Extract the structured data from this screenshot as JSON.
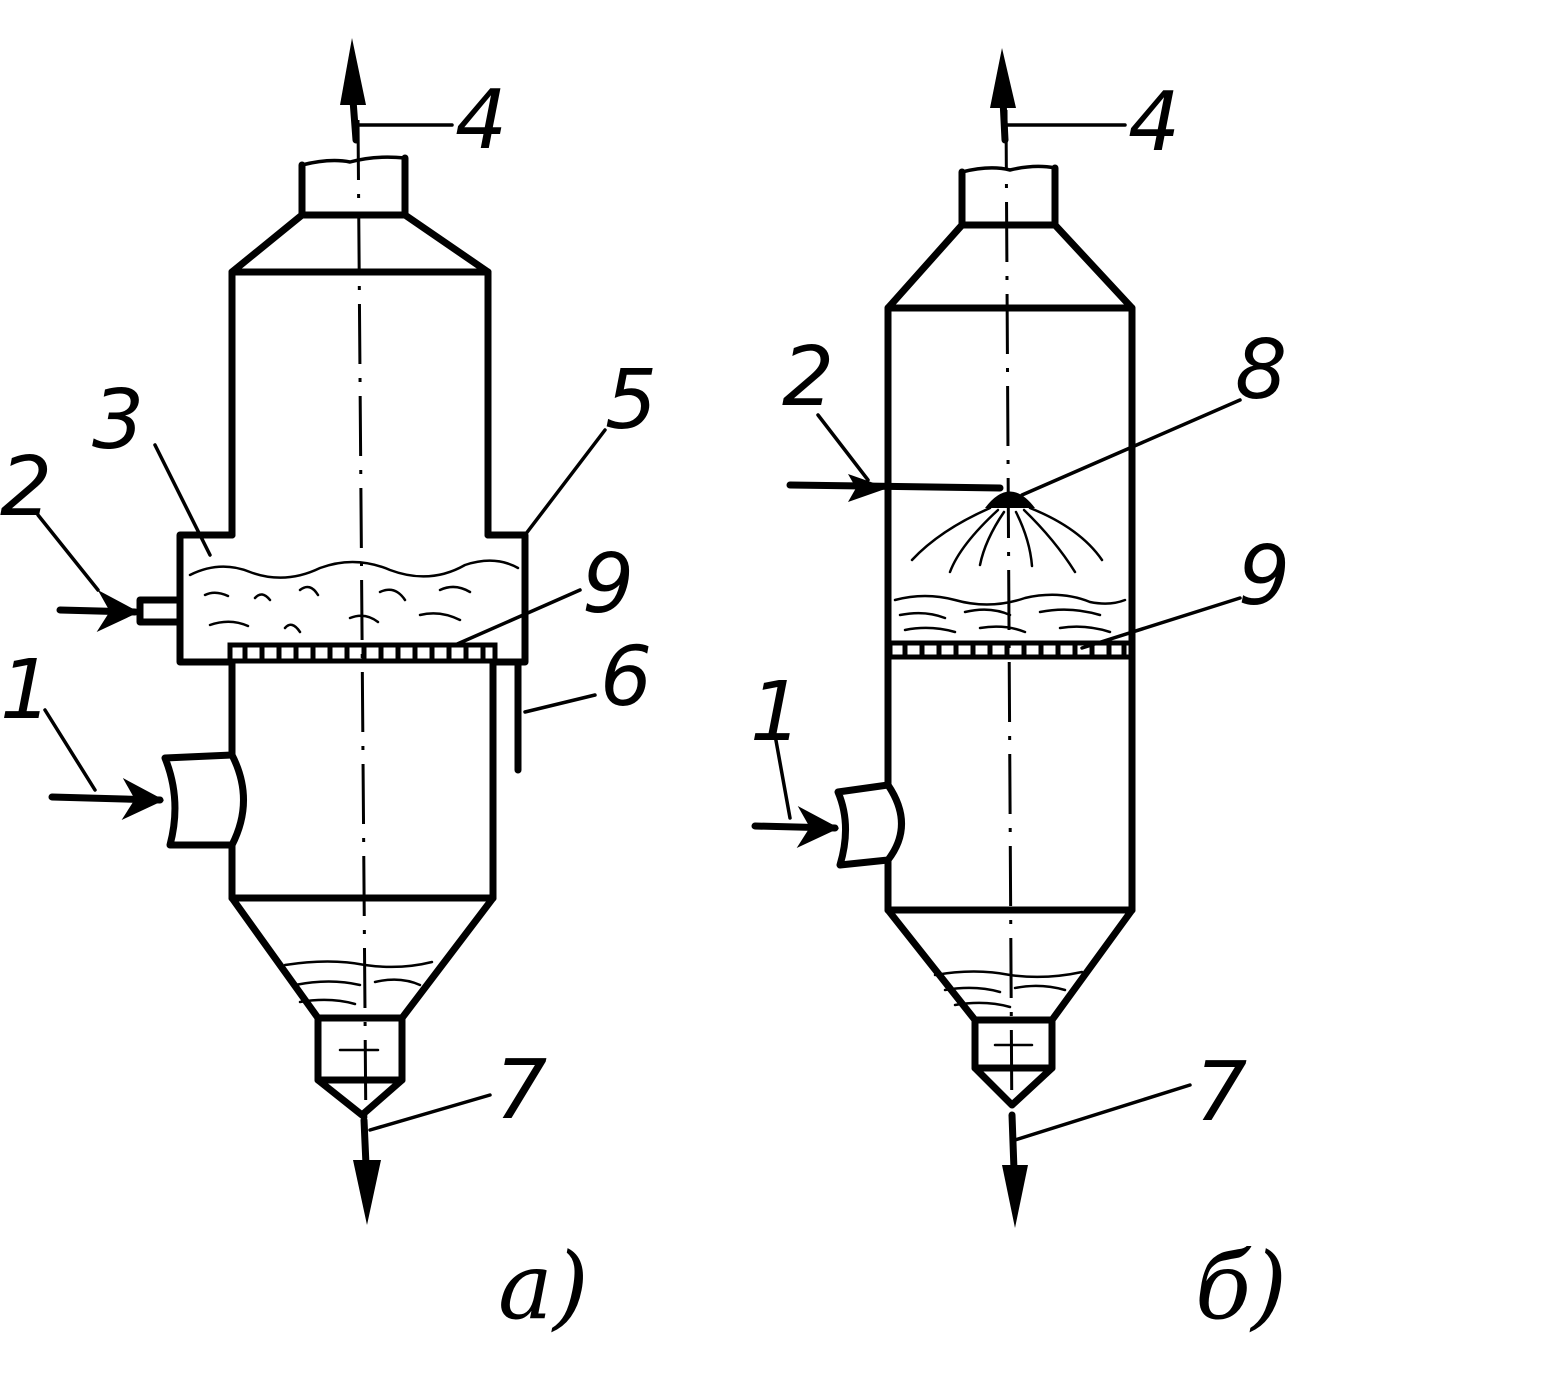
{
  "figure_a": {
    "caption": "а)",
    "labels": {
      "l1": "1",
      "l2": "2",
      "l3": "3",
      "l4": "4",
      "l5": "5",
      "l6": "6",
      "l7": "7",
      "l9": "9"
    }
  },
  "figure_b": {
    "caption": "б)",
    "labels": {
      "l1": "1",
      "l2": "2",
      "l4": "4",
      "l7": "7",
      "l8": "8",
      "l9": "9"
    }
  }
}
